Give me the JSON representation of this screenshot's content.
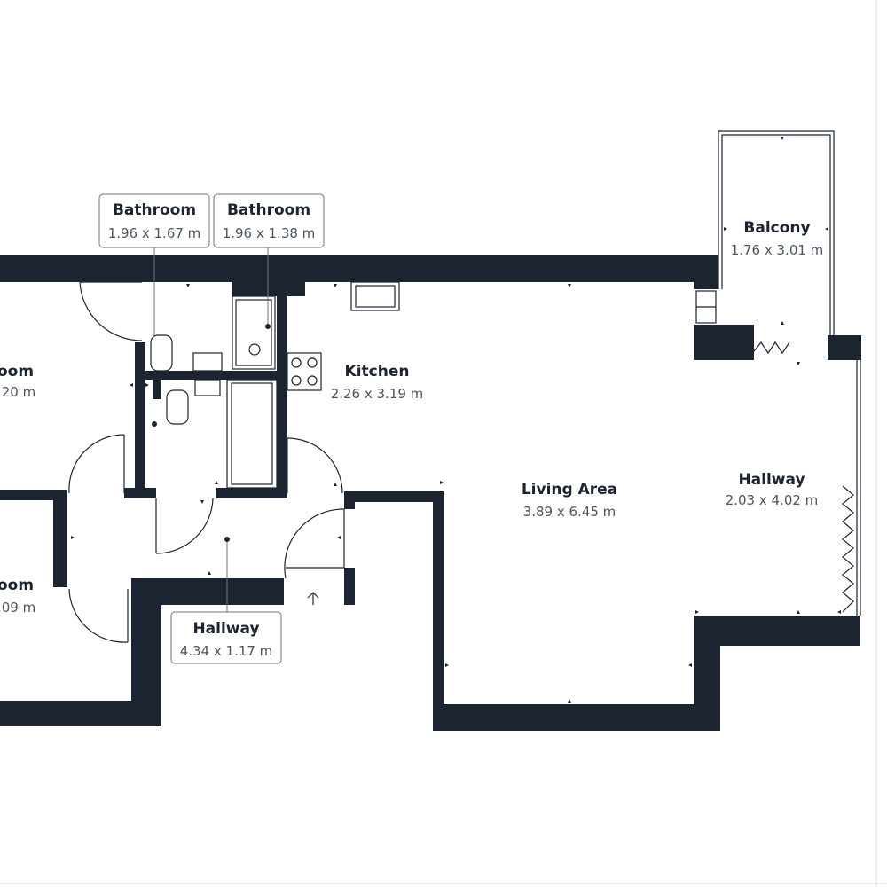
{
  "rooms": {
    "bathroom_1": {
      "name": "Bathroom",
      "dims": "1.96 x 1.67 m"
    },
    "bathroom_2": {
      "name": "Bathroom",
      "dims": "1.96 x 1.38 m"
    },
    "balcony": {
      "name": "Balcony",
      "dims": "1.76 x 3.01 m"
    },
    "kitchen": {
      "name": "Kitchen",
      "dims": "2.26 x 3.19 m"
    },
    "living_area": {
      "name": "Living Area",
      "dims": "3.89 x 6.45 m"
    },
    "hallway_east": {
      "name": "Hallway",
      "dims": "2.03 x 4.02 m"
    },
    "hallway_entry": {
      "name": "Hallway",
      "dims": "4.34 x 1.17 m"
    },
    "bedroom_upper": {
      "name": "oom",
      "dims": ".20 m"
    },
    "bedroom_lower": {
      "name": "oom",
      "dims": ".09 m"
    }
  },
  "colors": {
    "wall": "#1c2432",
    "text": "#1c2432",
    "dim_text": "#4b5563",
    "label_border": "#6b7280"
  }
}
